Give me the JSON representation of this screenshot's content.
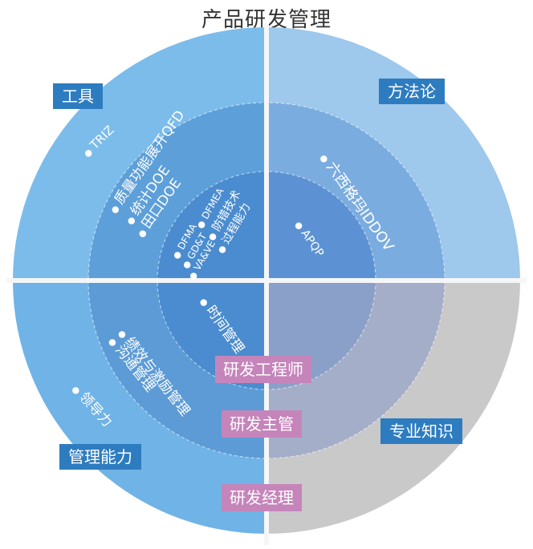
{
  "title": "产品研发管理",
  "quadrants": {
    "tools": "工具",
    "methodology": "方法论",
    "management": "管理能力",
    "knowledge": "专业知识"
  },
  "roles": {
    "engineer": "研发工程师",
    "supervisor": "研发主管",
    "manager": "研发经理"
  },
  "items": {
    "triz": "TRIZ",
    "qfd": "质量功能展开QFD",
    "stat_doe": "统计DOE",
    "taguchi_doe": "田口DOE",
    "dfma": "DFMA",
    "gdt": "GD&T",
    "vave": "VA&VE",
    "dfmea": "DFMEA",
    "error_proof": "防错技术",
    "process_capability": "过程能力",
    "six_sigma": "六西格玛IDDOV",
    "apqp": "APQP",
    "time_mgmt": "时间管理",
    "perf_incentive": "绩效与激励管理",
    "communication": "沟通管理",
    "leadership": "领导力"
  },
  "colors": {
    "outer_tools": "#7cbcea",
    "outer_method": "#9ec8ec",
    "outer_mgmt": "#70b3e6",
    "outer_knowledge": "#c9c9c9",
    "mid_tools": "#5d9fd9",
    "mid_method": "#7aace0",
    "mid_mgmt": "#5c9bd6",
    "mid_knowledge": "#a5aec8",
    "inner_tools": "#4a8ccf",
    "inner_method": "#5c92d3",
    "inner_mgmt": "#4a8ccf",
    "inner_knowledge": "#8aa0c8",
    "tag": "#2e7cc0",
    "role": "#c585ba"
  }
}
